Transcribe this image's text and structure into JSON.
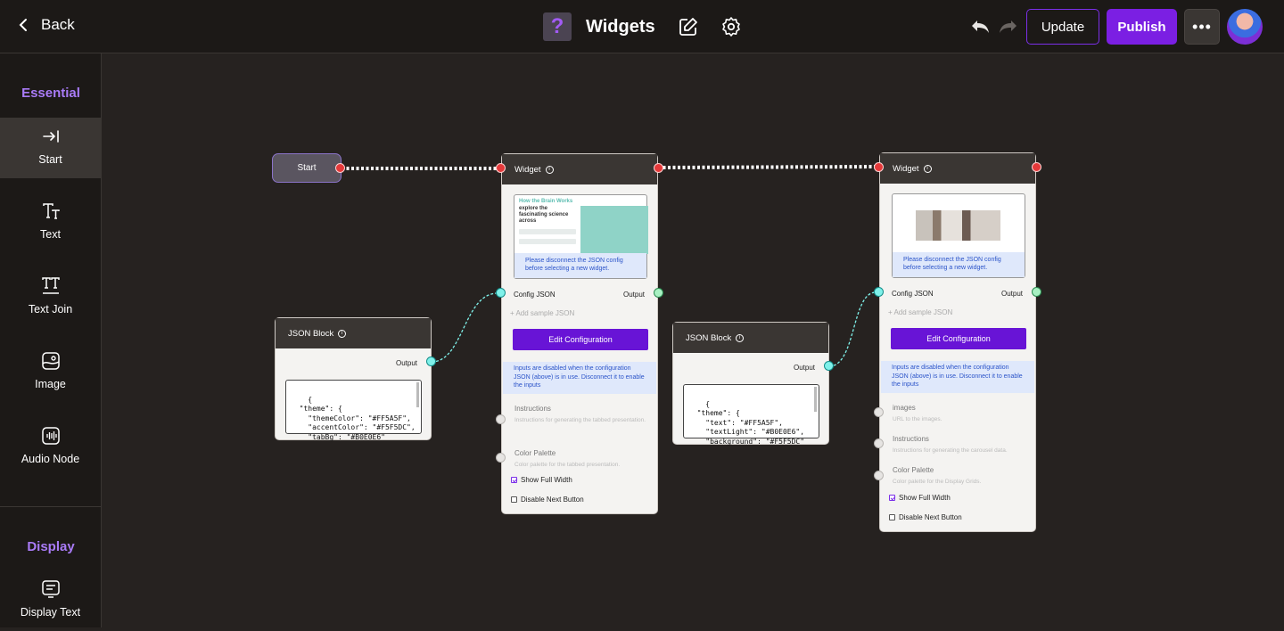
{
  "header": {
    "back_label": "Back",
    "app_icon_glyph": "?",
    "title": "Widgets",
    "update_label": "Update",
    "publish_label": "Publish",
    "more_label": "•••"
  },
  "sidebar": {
    "essential_label": "Essential",
    "display_label": "Display",
    "items": [
      {
        "label": "Start",
        "icon": "arrow-to-line-icon"
      },
      {
        "label": "Text",
        "icon": "text-icon"
      },
      {
        "label": "Text Join",
        "icon": "text-join-icon"
      },
      {
        "label": "Image",
        "icon": "image-icon"
      },
      {
        "label": "Audio Node",
        "icon": "audio-icon"
      }
    ],
    "display_items": [
      {
        "label": "Display Text",
        "icon": "display-text-icon"
      }
    ]
  },
  "canvas": {
    "start_label": "Start",
    "widget1": {
      "title": "Widget",
      "preview_heading": "How the Brain Works",
      "preview_subheading": "explore the fascinating science across",
      "preview_notice": "Please disconnect the JSON config before selecting a new widget.",
      "config_label": "Config JSON",
      "output_label": "Output",
      "add_sample": "+ Add sample JSON",
      "edit_btn": "Edit Configuration",
      "disabled_note": "Inputs are disabled when the configuration JSON (above) is in use. Disconnect it to enable the inputs",
      "instructions_label": "Instructions",
      "instructions_desc": "Instructions for generating the tabbed presentation.",
      "palette_label": "Color Palette",
      "palette_desc": "Color palette for the tabbed presentation.",
      "show_full_width": "Show Full Width",
      "disable_next": "Disable Next Button"
    },
    "widget2": {
      "title": "Widget",
      "preview_notice": "Please disconnect the JSON config before selecting a new widget.",
      "config_label": "Config JSON",
      "output_label": "Output",
      "add_sample": "+ Add sample JSON",
      "edit_btn": "Edit Configuration",
      "disabled_note": "Inputs are disabled when the configuration JSON (above) is in use. Disconnect it to enable the inputs",
      "images_label": "images",
      "images_desc": "URL to the images.",
      "instructions_label": "Instructions",
      "instructions_desc": "Instructions for generating the carousel data.",
      "palette_label": "Color Palette",
      "palette_desc": "Color palette for the Display Grids.",
      "show_full_width": "Show Full Width",
      "disable_next": "Disable Next Button"
    },
    "json1": {
      "title": "JSON Block",
      "output_label": "Output",
      "code": "{\n  \"theme\": {\n    \"themeColor\": \"#FF5A5F\",\n    \"accentColor\": \"#F5F5DC\",\n    \"tabBg\": \"#B0E0E6\""
    },
    "json2": {
      "title": "JSON Block",
      "output_label": "Output",
      "code": "{\n  \"theme\": {\n    \"text\": \"#FF5A5F\",\n    \"textLight\": \"#B0E0E6\",\n    \"background\": \"#F5F5DC\""
    }
  },
  "colors": {
    "accent": "#7b1fe3",
    "port_red": "#e5393a",
    "port_cyan": "#7ff1ea",
    "port_green": "#a8f0c2"
  }
}
